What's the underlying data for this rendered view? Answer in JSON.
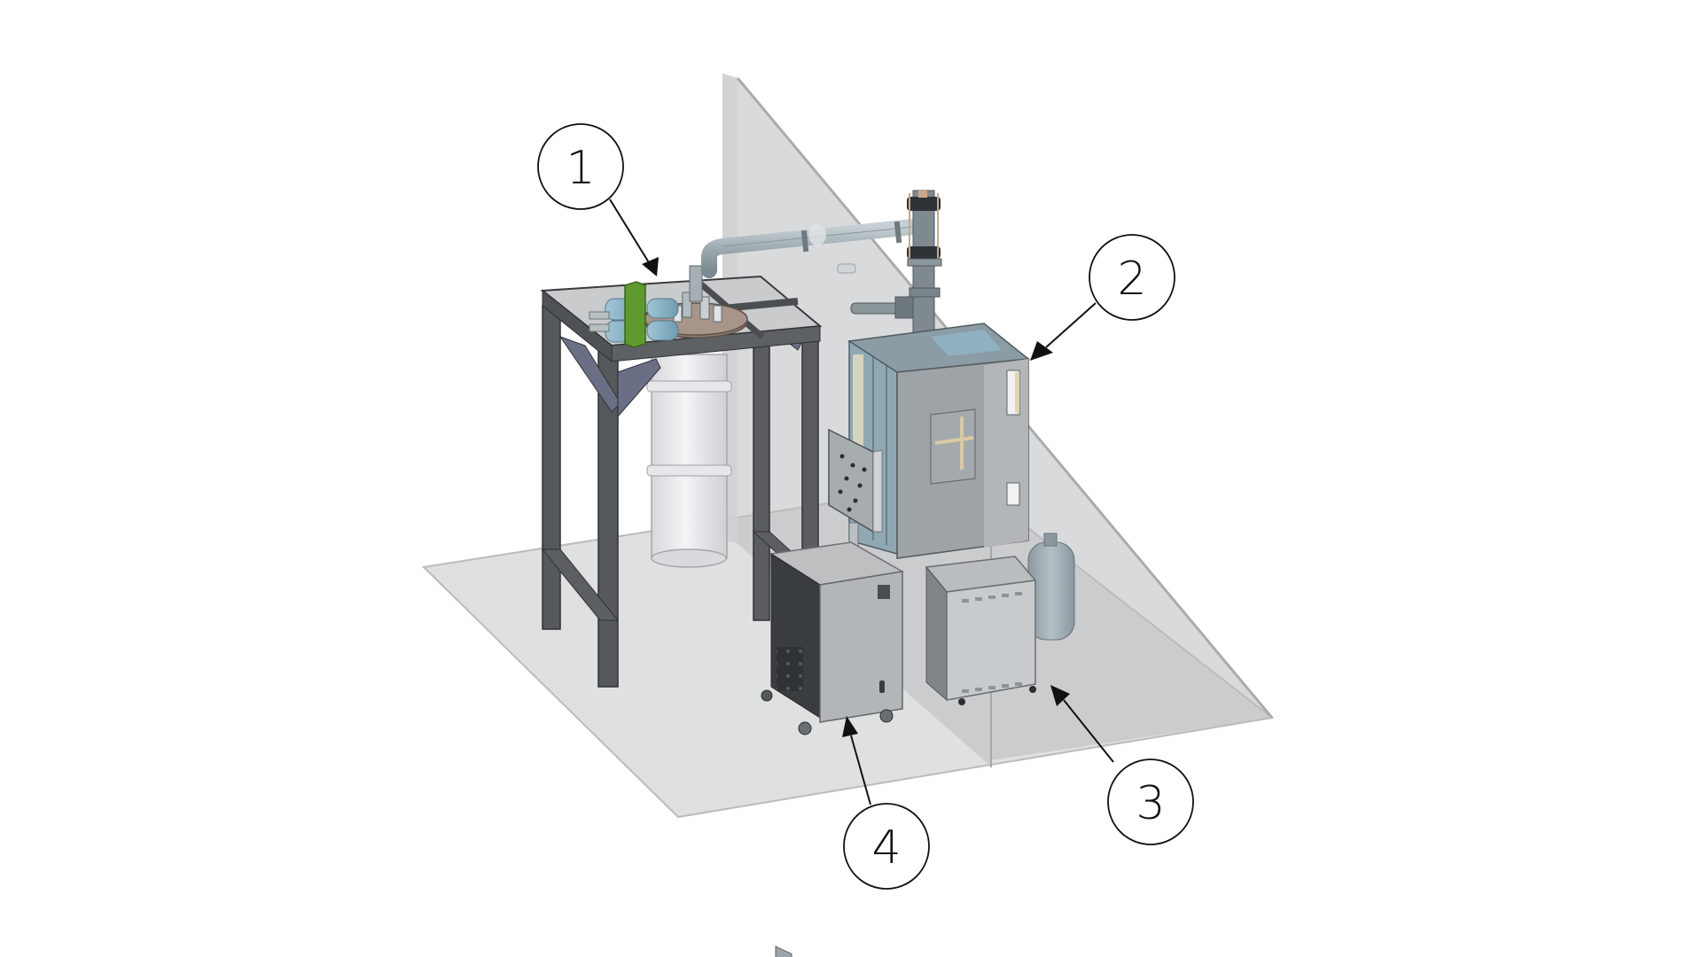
{
  "figure": {
    "background": "#ffffff",
    "description": "Isometric CAD rendering of a laboratory equipment layout with four numbered callouts",
    "floor_color": "#dfe1e1",
    "wall_color": "#b7b9ba",
    "frame_color": "#4d5052",
    "accent_green": "#5f9a2e",
    "pipe_color": "#a9b4b9",
    "cryostat_color": "#ececef"
  },
  "callouts": [
    {
      "id": "1",
      "label": "1",
      "target": "top-plate-assembly-on-frame"
    },
    {
      "id": "2",
      "label": "2",
      "target": "large-enclosure-cabinet"
    },
    {
      "id": "3",
      "label": "3",
      "target": "compressor-unit-with-gas-tank"
    },
    {
      "id": "4",
      "label": "4",
      "target": "mobile-rack-cabinet-on-casters"
    }
  ]
}
